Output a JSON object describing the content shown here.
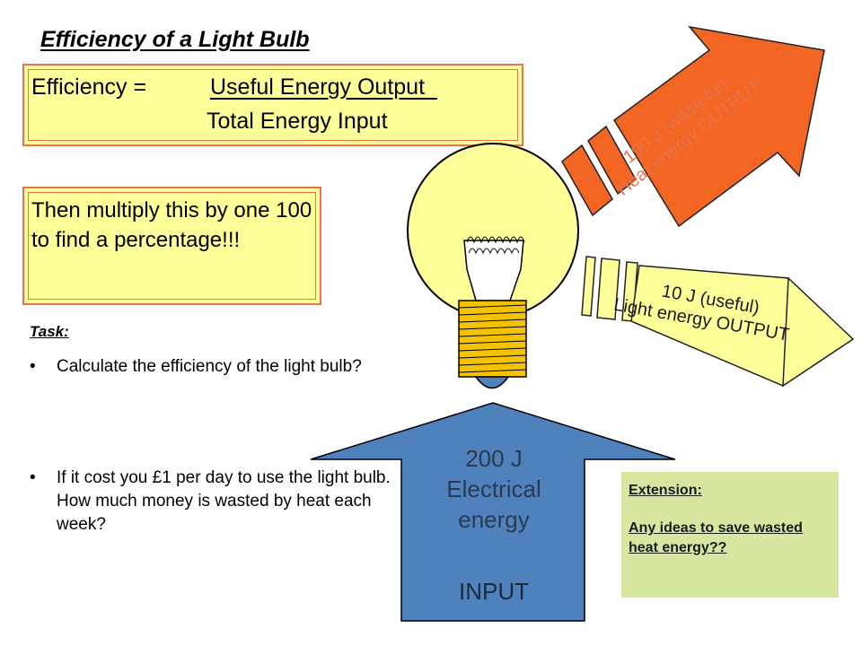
{
  "title": "Efficiency of a Light Bulb",
  "formula": {
    "label": "Efficiency =",
    "numerator": "Useful Energy Output  ",
    "denominator": "Total Energy Input"
  },
  "multiply_note": "Then multiply this by one 100 to find a percentage!!!",
  "task": {
    "heading": "Task:",
    "items": [
      "Calculate the efficiency of the light bulb?",
      "If it cost you £1 per day to use the light bulb. How much money is wasted by heat each week?"
    ],
    "bullet": "•"
  },
  "extension": {
    "heading": "Extension:",
    "text": "Any ideas to save wasted heat energy??"
  },
  "arrows": {
    "input": {
      "value": "200 J",
      "kind": "Electrical energy",
      "label": "INPUT",
      "color": "#4f81bd"
    },
    "light": {
      "value": "10 J (useful)",
      "kind": "Light energy OUTPUT",
      "color": "#ffff99"
    },
    "heat": {
      "value": "190 J (wasteful)",
      "kind": "Heat energy OUTPUT",
      "color": "#f26522"
    }
  },
  "colors": {
    "box_fill": "#ffff99",
    "box_border": "#e8734a",
    "extension_fill": "#d6e8a0",
    "bulb_glass": "#ffff99",
    "bulb_base": "#f5c400",
    "bulb_tip": "#4f81bd"
  }
}
